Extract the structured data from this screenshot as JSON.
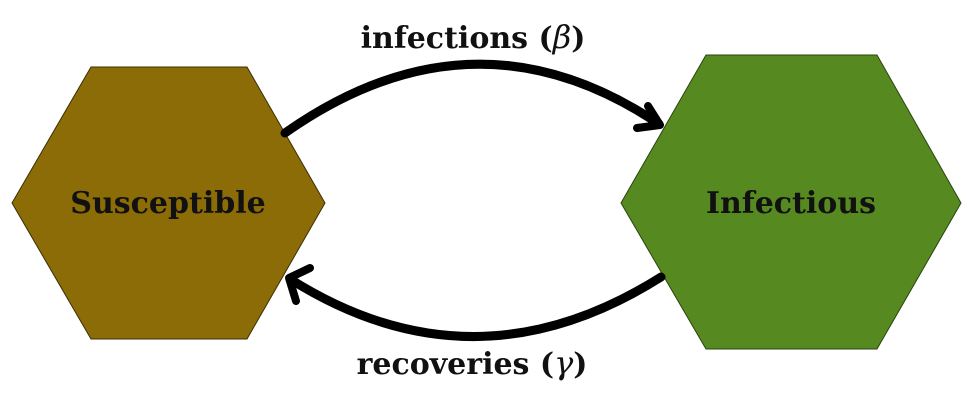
{
  "nodes": {
    "susceptible": {
      "label": "Susceptible",
      "color": "#8b6c07"
    },
    "infectious": {
      "label": "Infectious",
      "color": "#568a20"
    }
  },
  "edges": {
    "infections": {
      "label": "infections (",
      "symbol": "β",
      "close": ")"
    },
    "recoveries": {
      "label": "recoveries (",
      "symbol": "γ",
      "close": ")"
    }
  }
}
